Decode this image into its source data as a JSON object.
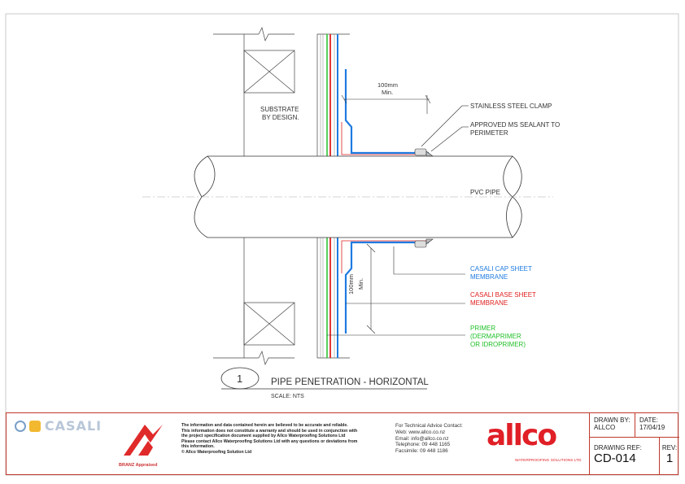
{
  "drawing": {
    "detail_number": "1",
    "title": "PIPE PENETRATION - HORIZONTAL",
    "scale": "SCALE: NTS",
    "labels": {
      "substrate_line1": "SUBSTRATE",
      "substrate_line2": "BY DESIGN.",
      "dim_top_line1": "100mm",
      "dim_top_line2": "Min.",
      "dim_side_line1": "100mm",
      "dim_side_line2": "Min.",
      "clamp": "STAINLESS STEEL CLAMP",
      "sealant_line1": "APPROVED MS SEALANT TO",
      "sealant_line2": "PERIMETER",
      "pipe": "PVC PIPE",
      "cap_line1": "CASALI CAP SHEET",
      "cap_line2": "MEMBRANE",
      "base_line1": "CASALI BASE SHEET",
      "base_line2": "MEMBRANE",
      "primer_line1": "PRIMER",
      "primer_line2": "(DERMAPRIMER",
      "primer_line3": "OR IDROPRIMER)"
    },
    "colors": {
      "cap": "#1e7be0",
      "base": "#e02020",
      "primer": "#22c02a",
      "line": "#333333"
    }
  },
  "title_block": {
    "casali_logo_text": "CASALI",
    "branz_text": "BRANZ Appraised",
    "disclaimer": [
      "The information and data contained herein are believed to be accurate and reliable.",
      "This information does not constitute a warranty and should be used in conjunction with",
      "the project specification document supplied by Allco Waterproofing Solutions Ltd",
      "Please contact Allco Waterproofing Solutions Ltd with any questions or deviations from",
      "this information.",
      "© Allco Waterproofing Solution Ltd"
    ],
    "contact": [
      "For Technical Advice Contact:",
      "Web: www.allco.co.nz",
      "Email:  info@allco.co.nz",
      "Telephone:  09 448 1165",
      "Facsimile:  09 448 1186"
    ],
    "allco_logo_text": "allco",
    "allco_tagline": "WATERPROOFING SOLUTIONS LTD",
    "drawn_by_label": "DRAWN BY:",
    "drawn_by_value": "ALLCO",
    "date_label": "DATE:",
    "date_value": "17/04/19",
    "drawing_ref_label": "DRAWING REF:",
    "drawing_ref_value": "CD-014",
    "rev_label": "REV:",
    "rev_value": "1"
  }
}
